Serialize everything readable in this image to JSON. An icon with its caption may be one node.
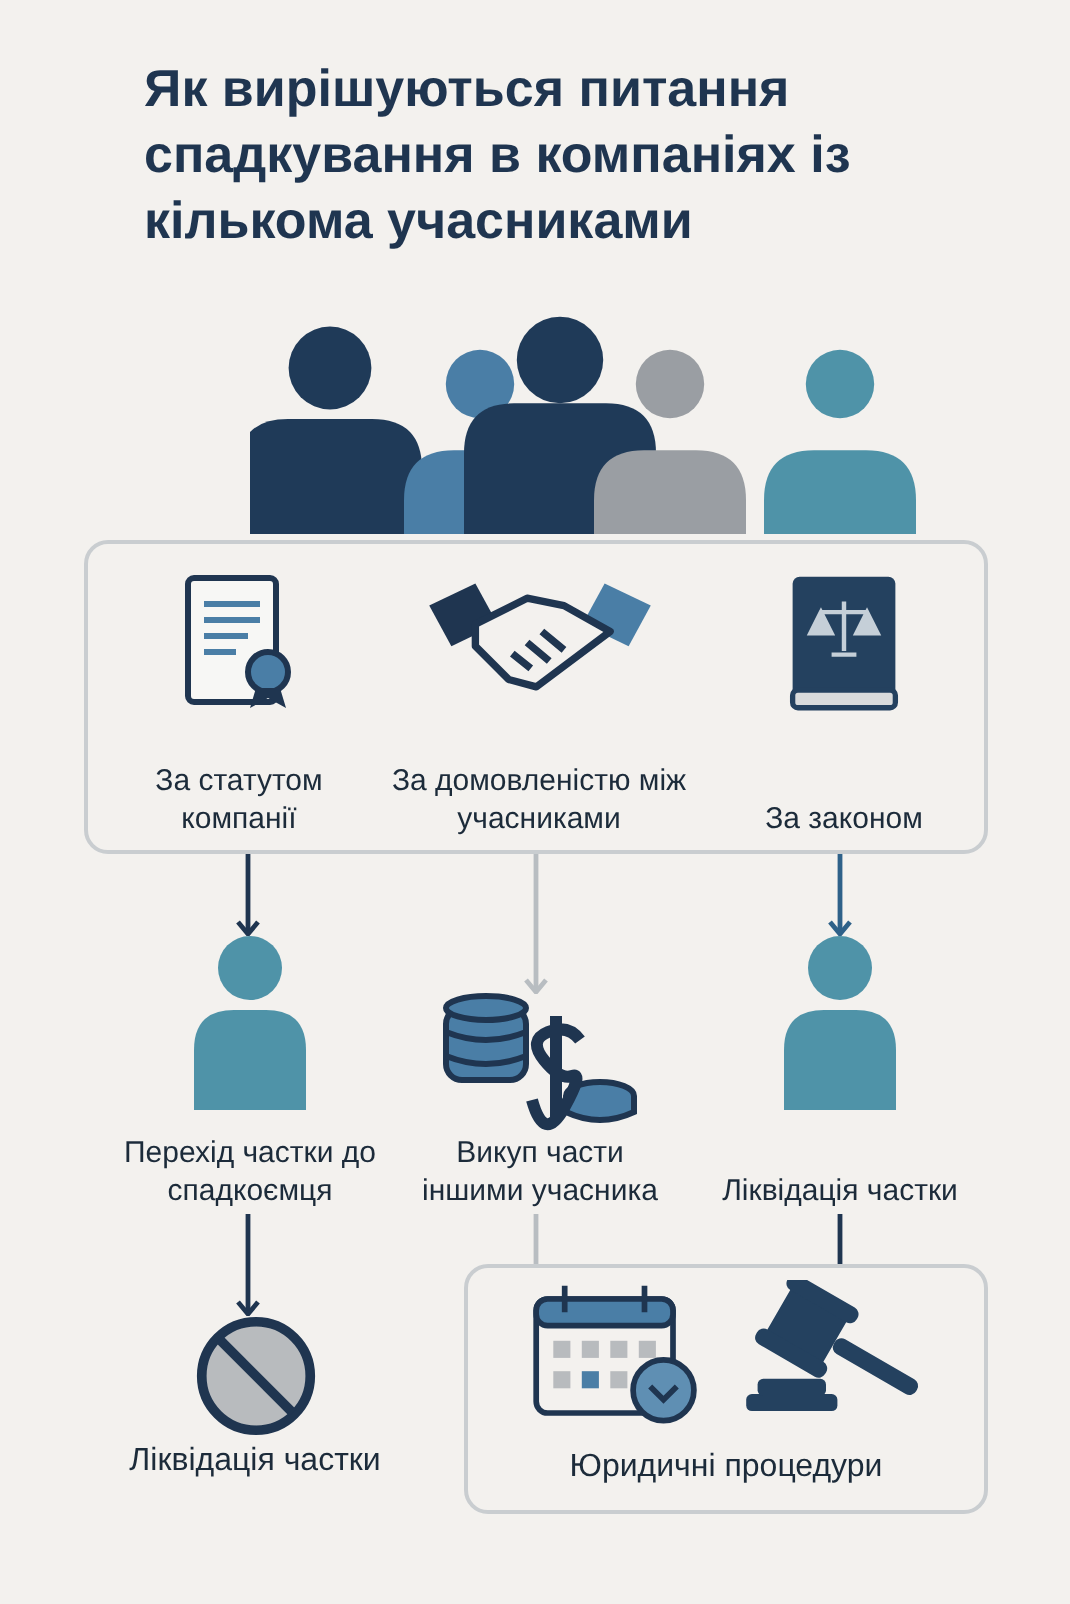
{
  "diagram": {
    "title": "Як вирішуються питання спадкування в компаніях із кількома учасниками",
    "nodes": [
      {
        "text": [],
        "shape": "box"
      },
      {
        "text": [
          "За статутом компанії"
        ],
        "in": 0
      },
      {
        "text": [
          "За домовленістю між учасниками"
        ],
        "in": 0
      },
      {
        "text": [
          "За законом"
        ],
        "in": 0
      },
      {
        "text": [
          "Перехід частки до спадкоємця"
        ]
      },
      {
        "text": [
          "Викуп части іншими учасника"
        ]
      },
      {
        "text": [
          "Ліквідація частки"
        ]
      },
      {
        "text": [
          "Ліквідація частки"
        ]
      },
      {
        "text": [
          "Юридичні процедури"
        ]
      }
    ],
    "edges": [
      {
        "from": 0,
        "to": 4,
        "arrow": "to",
        "color": "#1f3550"
      },
      {
        "from": 0,
        "to": 5,
        "arrow": "to",
        "color": "#b8bdc1"
      },
      {
        "from": 0,
        "to": 6,
        "arrow": "to",
        "color": "#2e6189"
      },
      {
        "from": 4,
        "to": 7,
        "arrow": "to",
        "color": "#1f3550"
      },
      {
        "from": 5,
        "to": 8,
        "arrow": "none",
        "color": "#b8bdc1"
      },
      {
        "from": 6,
        "to": 8,
        "arrow": "none",
        "color": "#1f3550"
      }
    ]
  }
}
